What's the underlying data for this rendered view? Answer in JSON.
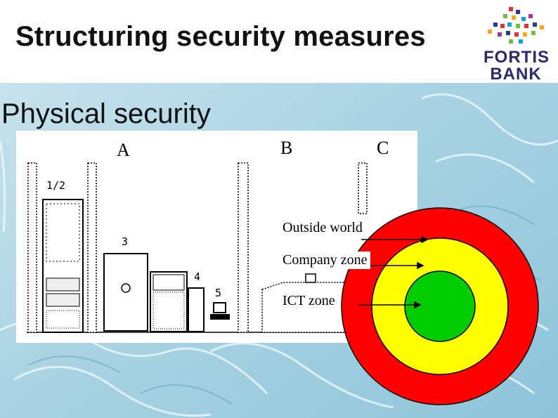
{
  "slide": {
    "title": "Structuring security measures",
    "subtitle": "Physical security"
  },
  "logo": {
    "line1": "FORTIS",
    "line2": "BANK",
    "colors": [
      "#e62e3b",
      "#2d3a8c",
      "#7ab648",
      "#f4a81d",
      "#1aa0d8",
      "#a23b8f"
    ]
  },
  "diagram": {
    "section_labels": [
      "A",
      "B",
      "C"
    ],
    "item_numbers": [
      "1/2",
      "3",
      "4",
      "5"
    ]
  },
  "zones": [
    {
      "label": "Outside world",
      "color": "#ff0000"
    },
    {
      "label": "Company zone",
      "color": "#ffff00"
    },
    {
      "label": "ICT zone",
      "color": "#00cc00"
    }
  ]
}
